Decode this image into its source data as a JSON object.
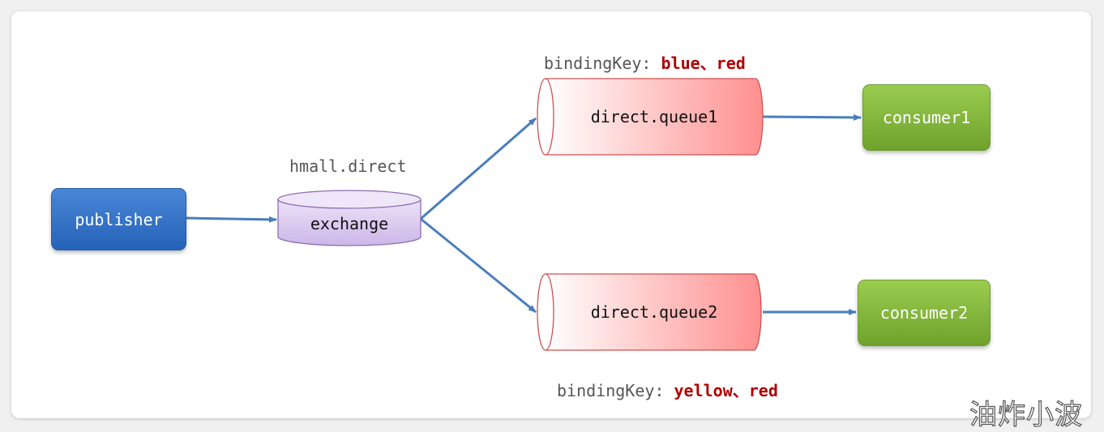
{
  "publisher": {
    "label": "publisher"
  },
  "exchange": {
    "name": "hmall.direct",
    "label": "exchange"
  },
  "queue1": {
    "label": "direct.queue1",
    "binding_prefix": "bindingKey: ",
    "binding_keys": "blue、red"
  },
  "queue2": {
    "label": "direct.queue2",
    "binding_prefix": "bindingKey: ",
    "binding_keys": "yellow、red"
  },
  "consumer1": {
    "label": "consumer1"
  },
  "consumer2": {
    "label": "consumer2"
  },
  "watermark": {
    "text": "油炸小波"
  },
  "colors": {
    "publisher": "#2f6fc4",
    "exchange": "#d9c8ee",
    "queue": "#ff8f8f",
    "consumer": "#7fb23a",
    "arrow": "#4a7ebb",
    "binding_key": "#b00000"
  }
}
